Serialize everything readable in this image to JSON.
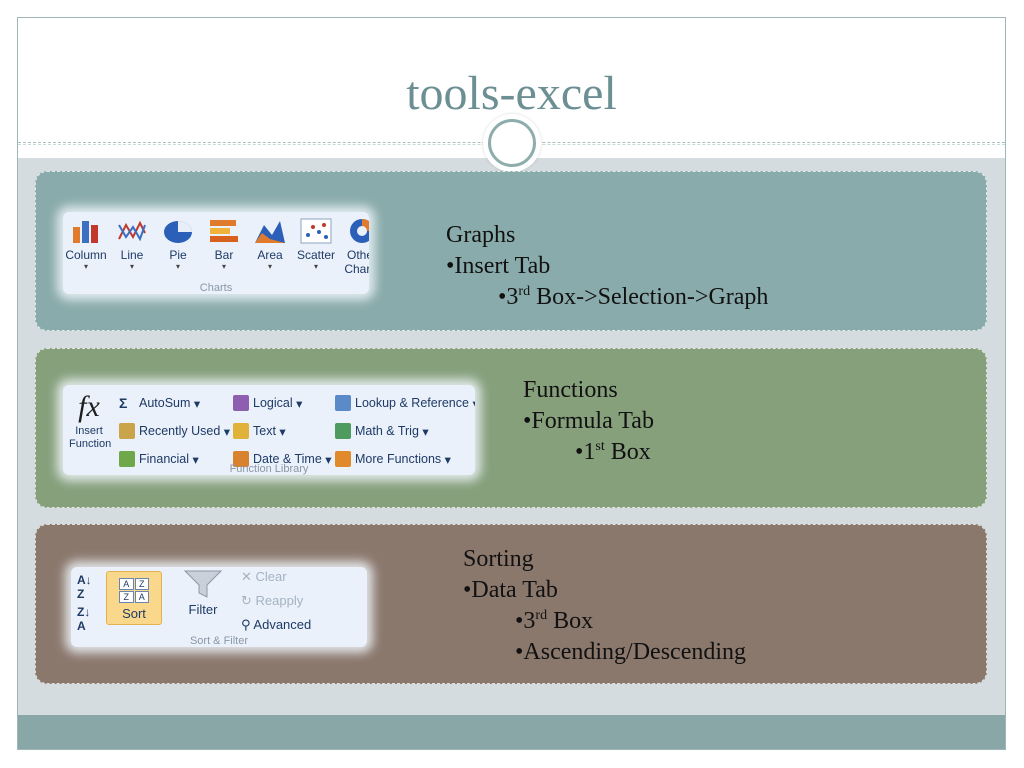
{
  "slide": {
    "title": "tools-excel"
  },
  "panels": [
    {
      "heading": "Graphs",
      "lines": [
        {
          "bullet": "•",
          "text": "Insert Tab",
          "sup": "",
          "after": ""
        },
        {
          "bullet": "•",
          "text": "3",
          "sup": "rd",
          "after": " Box->Selection->Graph"
        }
      ],
      "ribbon": {
        "buttons": [
          "Column",
          "Line",
          "Pie",
          "Bar",
          "Area",
          "Scatter",
          "Other Charts"
        ],
        "group": "Charts"
      }
    },
    {
      "heading": "Functions",
      "lines": [
        {
          "bullet": "•",
          "text": "Formula Tab",
          "sup": "",
          "after": ""
        },
        {
          "bullet": "•",
          "text": "1",
          "sup": "st",
          "after": " Box"
        }
      ],
      "ribbon": {
        "insert_function": "Insert Function",
        "col1": [
          "AutoSum",
          "Recently Used",
          "Financial"
        ],
        "col2": [
          "Logical",
          "Text",
          "Date & Time"
        ],
        "col3": [
          "Lookup & Reference",
          "Math & Trig",
          "More Functions"
        ],
        "group": "Function Library"
      }
    },
    {
      "heading": "Sorting",
      "lines": [
        {
          "bullet": "•",
          "text": "Data Tab",
          "sup": "",
          "after": ""
        },
        {
          "bullet": "•",
          "text": "3",
          "sup": "rd",
          "after": " Box"
        },
        {
          "bullet": "•",
          "text": "Ascending/Descending",
          "sup": "",
          "after": ""
        }
      ],
      "ribbon": {
        "sort": "Sort",
        "filter": "Filter",
        "clear": "Clear",
        "reapply": "Reapply",
        "advanced": "Advanced",
        "group": "Sort & Filter"
      }
    }
  ],
  "colors": {
    "title": "#6b8f93",
    "panel_graphs": "#8aabab",
    "panel_functions": "#86a07c",
    "panel_sorting": "#8b786d",
    "footer": "#8aa7a7"
  }
}
